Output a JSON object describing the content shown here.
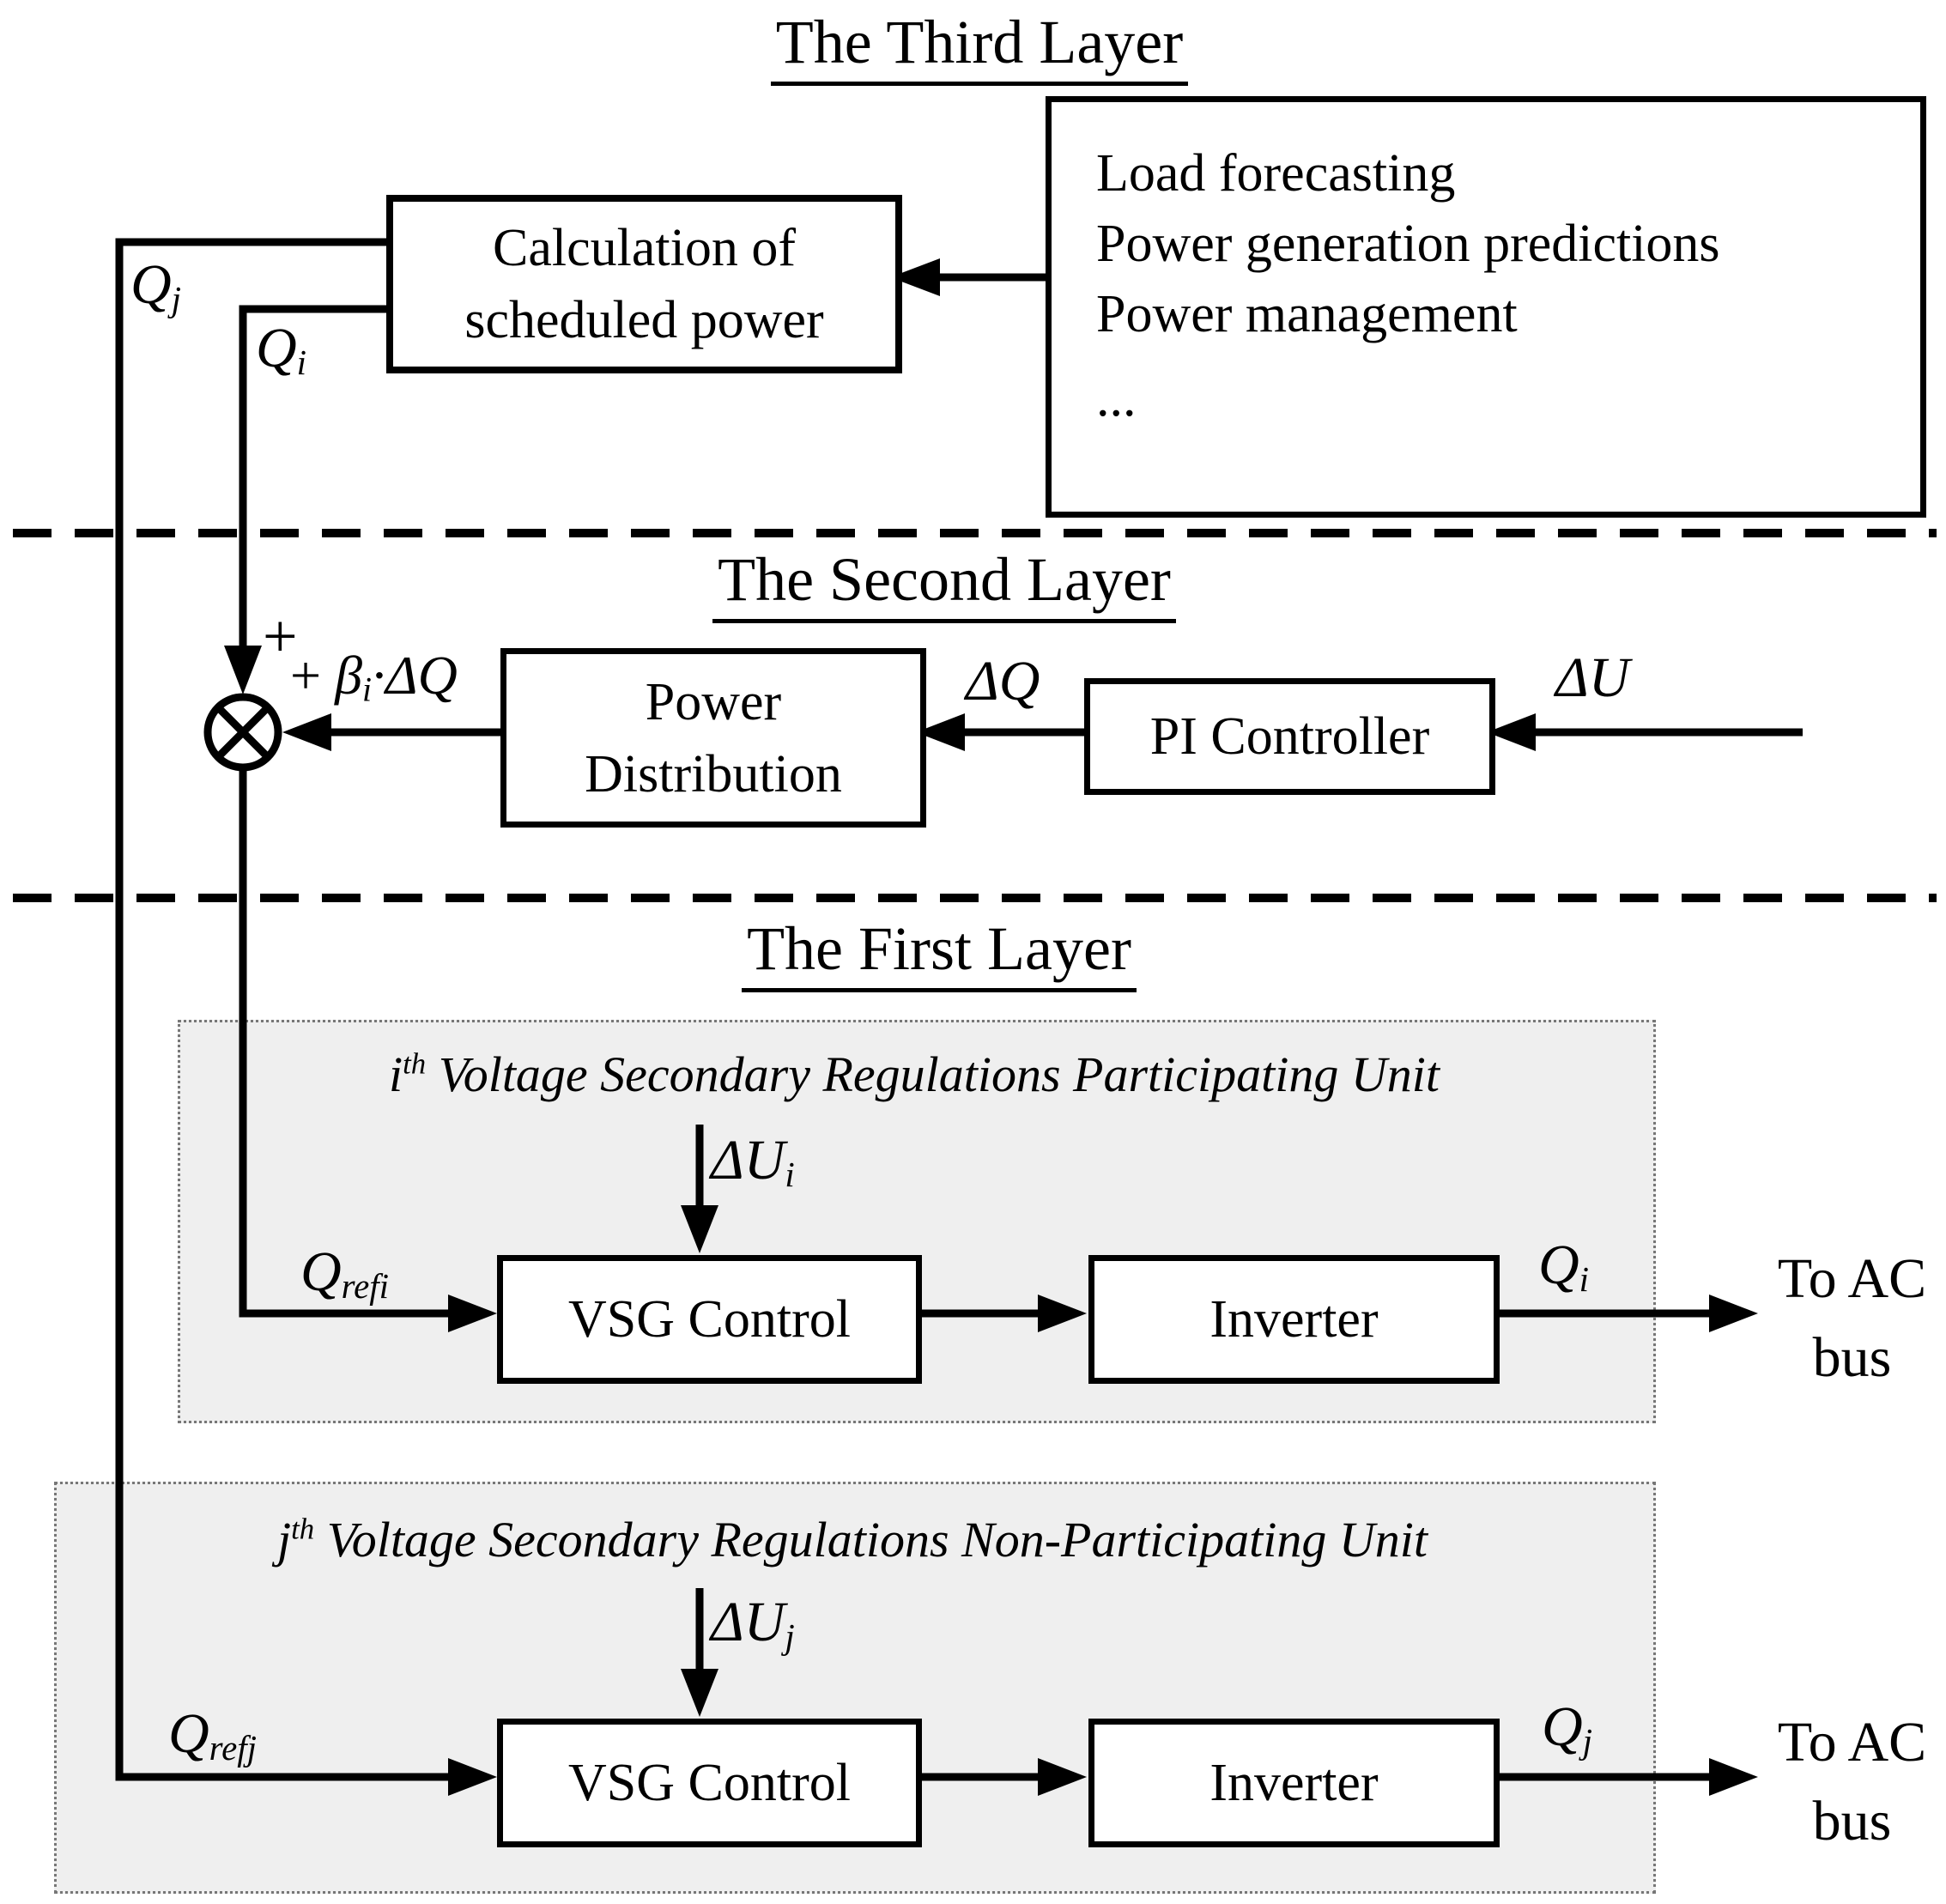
{
  "titles": {
    "third": "The Third Layer",
    "second": "The Second Layer",
    "first": "The First Layer"
  },
  "boxes": {
    "info": {
      "line1": "Load forecasting",
      "line2": "Power generation predictions",
      "line3": "Power management",
      "line4": "..."
    },
    "calc": {
      "line1": "Calculation of",
      "line2": "scheduled power"
    },
    "power_distribution": {
      "line1": "Power",
      "line2": "Distribution"
    },
    "pi_controller": {
      "label": "PI Controller"
    },
    "vsg_control": {
      "label": "VSG Control"
    },
    "inverter": {
      "label": "Inverter"
    }
  },
  "units": {
    "i": {
      "title_var": "i",
      "title_sup": "th",
      "title_rest": " Voltage Secondary Regulations Participating Unit"
    },
    "j": {
      "title_var": "j",
      "title_sup": "th",
      "title_rest": " Voltage Secondary Regulations Non-Participating Unit"
    }
  },
  "signals": {
    "qj": {
      "base": "Q",
      "sub": "j"
    },
    "qi": {
      "base": "Q",
      "sub": "i"
    },
    "plus_vertical": "+",
    "plus_horizontal": "+ ",
    "beta": {
      "base": "β",
      "sub": "i",
      "rest": "·ΔQ"
    },
    "dq": "ΔQ",
    "du": "ΔU",
    "du_i": {
      "base": "ΔU",
      "sub": "i"
    },
    "du_j": {
      "base": "ΔU",
      "sub": "j"
    },
    "q_refi": {
      "base": "Q",
      "sub": "refi"
    },
    "q_refj": {
      "base": "Q",
      "sub": "refj"
    },
    "q_i_out": {
      "base": "Q",
      "sub": "i"
    },
    "q_j_out": {
      "base": "Q",
      "sub": "j"
    },
    "to_ac_bus": {
      "line1": "To AC",
      "line2": "bus"
    }
  },
  "colors": {
    "line": "#000000",
    "unit_fill": "#efefef",
    "unit_border": "#777777",
    "background": "#ffffff"
  }
}
